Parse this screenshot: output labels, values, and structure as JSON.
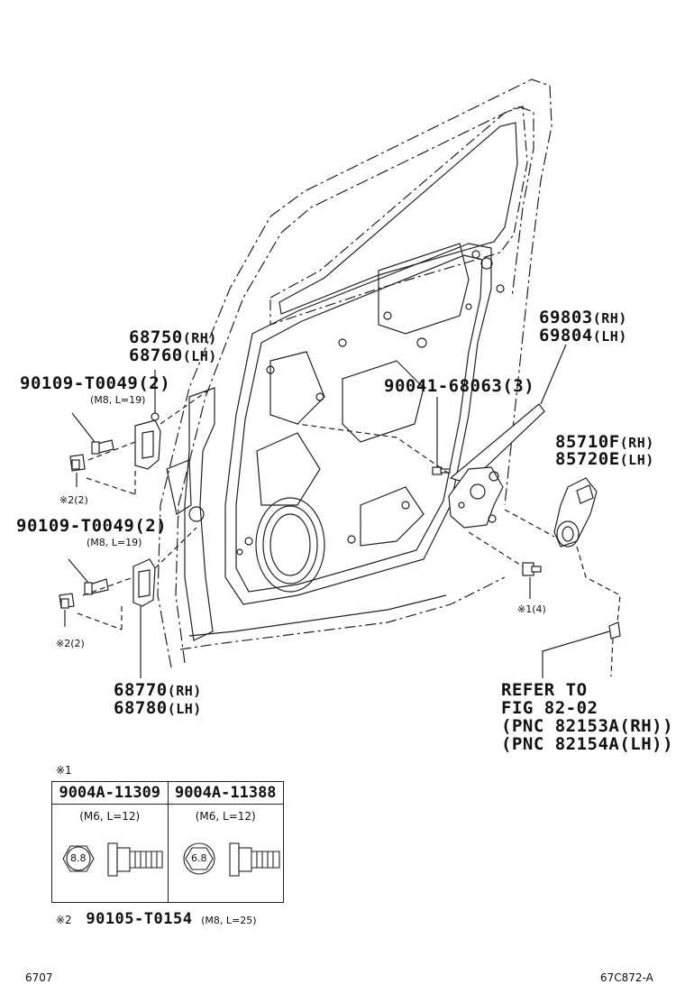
{
  "callouts": {
    "hinge_upper_rh": "68750",
    "hinge_upper_rh_side": "(RH)",
    "hinge_upper_lh": "68760",
    "hinge_upper_lh_side": "(LH)",
    "bolt_upper_pn": "90109-T0049",
    "bolt_upper_qty": "(2)",
    "bolt_upper_spec": "(M8, L=19)",
    "note2_upper": "※2(2)",
    "bolt_lower_pn": "90109-T0049",
    "bolt_lower_qty": "(2)",
    "bolt_lower_spec": "(M8, L=19)",
    "note2_lower": "※2(2)",
    "hinge_lower_rh": "68770",
    "hinge_lower_rh_side": "(RH)",
    "hinge_lower_lh": "68780",
    "hinge_lower_lh_side": "(LH)",
    "regulator_rh": "69803",
    "regulator_rh_side": "(RH)",
    "regulator_lh": "69804",
    "regulator_lh_side": "(LH)",
    "screw_pn": "90041-68063",
    "screw_qty": "(3)",
    "motor_rh": "85710F",
    "motor_rh_side": "(RH)",
    "motor_lh": "85720E",
    "motor_lh_side": "(LH)",
    "note1": "※1(4)",
    "refer_line1": "REFER TO",
    "refer_line2": "FIG 82-02",
    "refer_line3": "(PNC 82153A(RH))",
    "refer_line4": "(PNC 82154A(LH))"
  },
  "legend": {
    "note1_mark": "※1",
    "col1_pn": "9004A-11309",
    "col1_spec": "(M6, L=12)",
    "col1_grade": "8.8",
    "col2_pn": "9004A-11388",
    "col2_spec": "(M6, L=12)",
    "col2_grade": "6.8",
    "note2_mark": "※2",
    "note2_pn": "90105-T0154",
    "note2_spec": "(M8, L=25)"
  },
  "footer": {
    "left_code": "6707",
    "right_code": "67C872-A"
  }
}
